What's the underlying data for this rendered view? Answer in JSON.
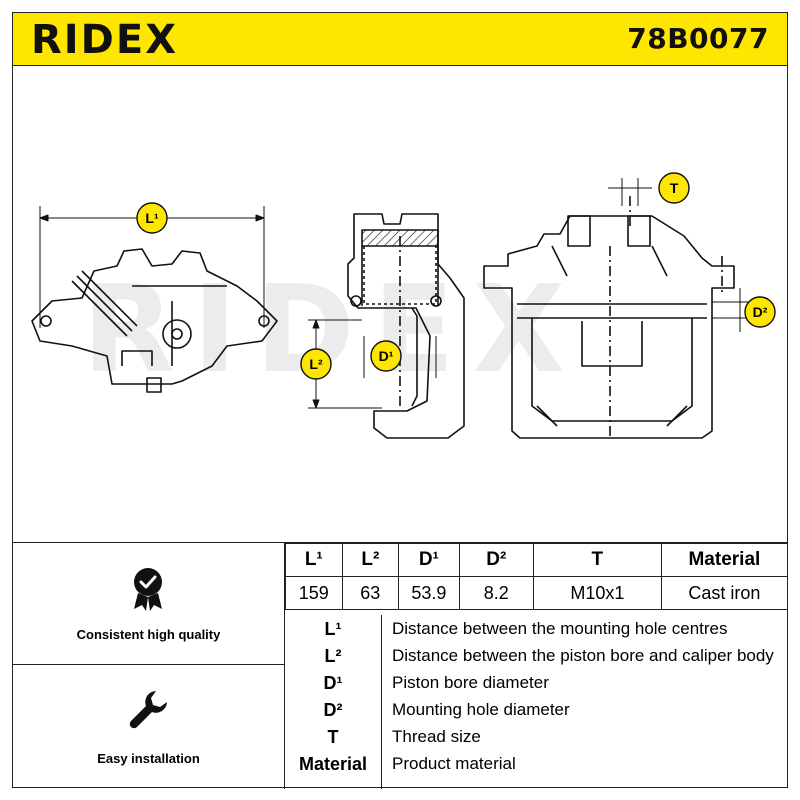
{
  "brand": {
    "logo_text": "RIDEX",
    "part_number": "78B0077",
    "accent_color": "#ffe600"
  },
  "diagram": {
    "watermark_text": "RIDEX",
    "labels": {
      "L1": "L¹",
      "L2": "L²",
      "D1": "D¹",
      "D2": "D²",
      "T": "T"
    }
  },
  "features": [
    {
      "label": "Consistent high quality",
      "icon": "quality-badge-icon"
    },
    {
      "label": "Easy installation",
      "icon": "wrench-icon"
    }
  ],
  "spec_table": {
    "headers": [
      "L¹",
      "L²",
      "D¹",
      "D²",
      "T",
      "Material"
    ],
    "values": [
      "159",
      "63",
      "53.9",
      "8.2",
      "M10x1",
      "Cast iron"
    ]
  },
  "legend": [
    {
      "key": "L¹",
      "desc": "Distance between the mounting hole centres"
    },
    {
      "key": "L²",
      "desc": "Distance between the piston bore and caliper body"
    },
    {
      "key": "D¹",
      "desc": "Piston bore diameter"
    },
    {
      "key": "D²",
      "desc": "Mounting hole diameter"
    },
    {
      "key": "T",
      "desc": "Thread size"
    },
    {
      "key": "Material",
      "desc": "Product material"
    }
  ]
}
